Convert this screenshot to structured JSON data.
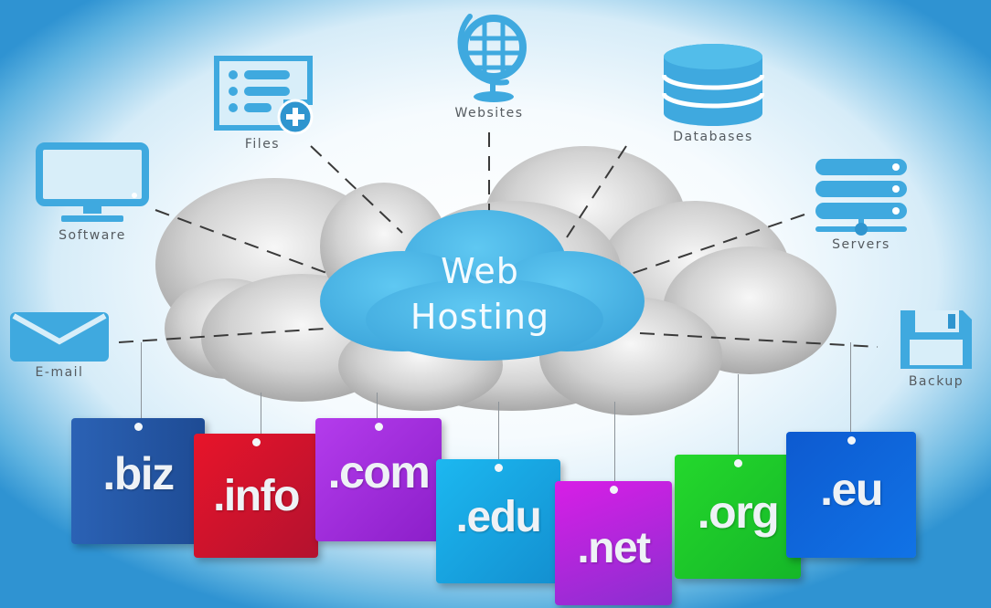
{
  "hub": {
    "line1": "Web",
    "line2": "Hosting",
    "color": "#4db8e8"
  },
  "services": {
    "websites": {
      "label": "Websites",
      "icon": "globe-icon"
    },
    "files": {
      "label": "Files",
      "icon": "file-list-add-icon"
    },
    "databases": {
      "label": "Databases",
      "icon": "database-icon"
    },
    "software": {
      "label": "Software",
      "icon": "monitor-icon"
    },
    "servers": {
      "label": "Servers",
      "icon": "server-icon"
    },
    "email": {
      "label": "E-mail",
      "icon": "envelope-icon"
    },
    "backup": {
      "label": "Backup",
      "icon": "floppy-disk-icon"
    }
  },
  "domains": [
    {
      "label": ".biz",
      "color": "#2456a8"
    },
    {
      "label": ".info",
      "color": "#d4142e"
    },
    {
      "label": ".com",
      "color": "#a52ee0"
    },
    {
      "label": ".edu",
      "color": "#1aa8e6"
    },
    {
      "label": ".net",
      "color": "#c21fe0"
    },
    {
      "label": ".org",
      "color": "#1fcf2a"
    },
    {
      "label": ".eu",
      "color": "#0f62d8"
    }
  ],
  "colors": {
    "icon_blue": "#3fa9df",
    "cloud_gray": "#c8c8c8",
    "label_gray": "#555b60"
  }
}
